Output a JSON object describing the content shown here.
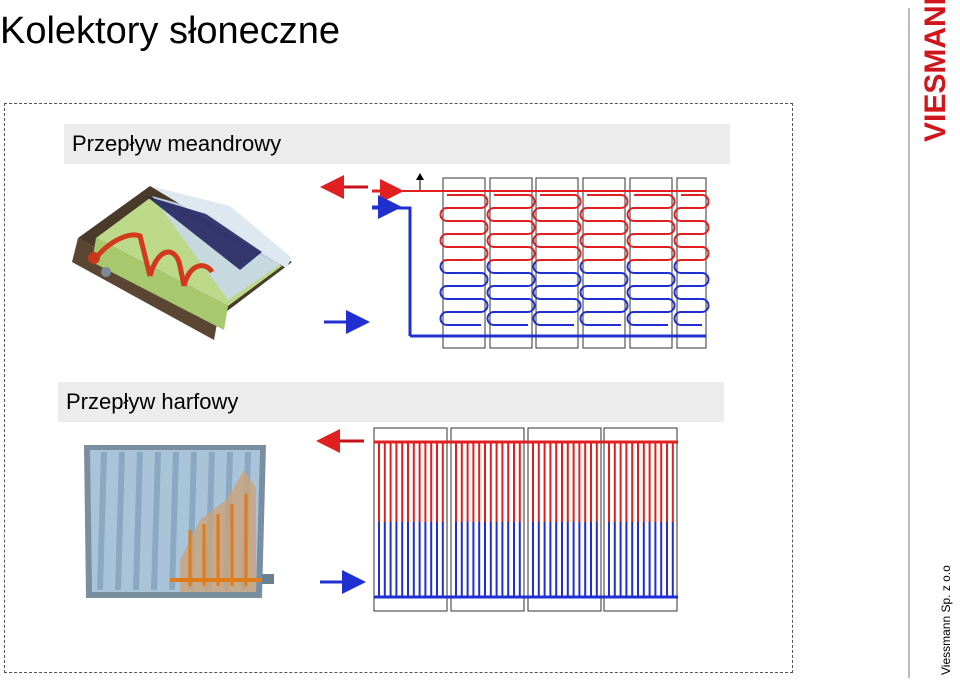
{
  "title": "Kolektory słoneczne",
  "sections": {
    "meander": {
      "label": "Przepływ meandrowy"
    },
    "harp": {
      "label": "Przepływ harfowy"
    }
  },
  "logo": {
    "text": "VIESMANN"
  },
  "footer": {
    "company": "Viessmann Sp. z o.o"
  },
  "colors": {
    "hot": "#e02020",
    "cold": "#1f2fd0",
    "logo_red": "#d0161c",
    "frame": "#555555"
  }
}
